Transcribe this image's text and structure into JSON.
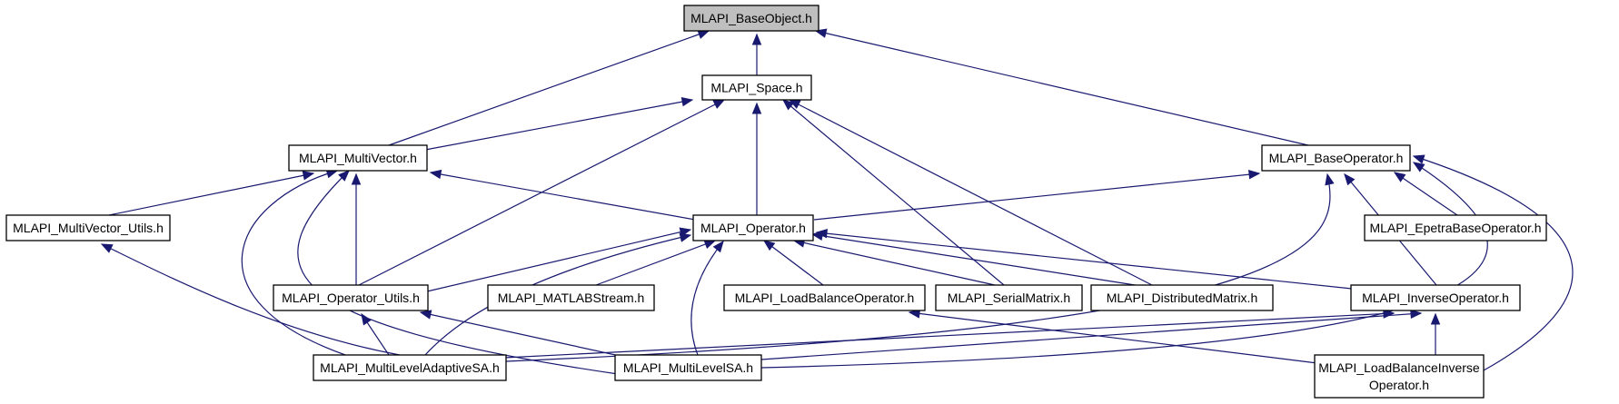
{
  "graph": {
    "nodes": [
      {
        "id": "baseobject",
        "label": "MLAPI_BaseObject.h",
        "root": true
      },
      {
        "id": "space",
        "label": "MLAPI_Space.h"
      },
      {
        "id": "multivector",
        "label": "MLAPI_MultiVector.h"
      },
      {
        "id": "baseoperator",
        "label": "MLAPI_BaseOperator.h"
      },
      {
        "id": "mvutils",
        "label": "MLAPI_MultiVector_Utils.h"
      },
      {
        "id": "operator",
        "label": "MLAPI_Operator.h"
      },
      {
        "id": "epetrabase",
        "label": "MLAPI_EpetraBaseOperator.h"
      },
      {
        "id": "oputils",
        "label": "MLAPI_Operator_Utils.h"
      },
      {
        "id": "matlab",
        "label": "MLAPI_MATLABStream.h"
      },
      {
        "id": "lbop",
        "label": "MLAPI_LoadBalanceOperator.h"
      },
      {
        "id": "serial",
        "label": "MLAPI_SerialMatrix.h"
      },
      {
        "id": "distributed",
        "label": "MLAPI_DistributedMatrix.h"
      },
      {
        "id": "inverse",
        "label": "MLAPI_InverseOperator.h"
      },
      {
        "id": "mladaptive",
        "label": "MLAPI_MultiLevelAdaptiveSA.h"
      },
      {
        "id": "mlsa",
        "label": "MLAPI_MultiLevelSA.h"
      },
      {
        "id": "lbinverse",
        "label": "MLAPI_LoadBalanceInverse",
        "label2": "Operator.h"
      }
    ],
    "edges": [
      {
        "from": "space",
        "to": "baseobject"
      },
      {
        "from": "multivector",
        "to": "baseobject"
      },
      {
        "from": "baseoperator",
        "to": "baseobject"
      },
      {
        "from": "multivector",
        "to": "space"
      },
      {
        "from": "oputils",
        "to": "space"
      },
      {
        "from": "operator",
        "to": "space"
      },
      {
        "from": "serial",
        "to": "space"
      },
      {
        "from": "distributed",
        "to": "space"
      },
      {
        "from": "mvutils",
        "to": "multivector"
      },
      {
        "from": "oputils",
        "to": "multivector"
      },
      {
        "from": "operator",
        "to": "multivector"
      },
      {
        "from": "mladaptive",
        "to": "multivector"
      },
      {
        "from": "mlsa",
        "to": "multivector"
      },
      {
        "from": "operator",
        "to": "baseoperator"
      },
      {
        "from": "epetrabase",
        "to": "baseoperator"
      },
      {
        "from": "inverse",
        "to": "baseoperator"
      },
      {
        "from": "mladaptive",
        "to": "baseoperator"
      },
      {
        "from": "mlsa",
        "to": "baseoperator"
      },
      {
        "from": "lbinverse",
        "to": "baseoperator"
      },
      {
        "from": "mladaptive",
        "to": "mvutils"
      },
      {
        "from": "oputils",
        "to": "operator"
      },
      {
        "from": "matlab",
        "to": "operator"
      },
      {
        "from": "lbop",
        "to": "operator"
      },
      {
        "from": "serial",
        "to": "operator"
      },
      {
        "from": "distributed",
        "to": "operator"
      },
      {
        "from": "inverse",
        "to": "operator"
      },
      {
        "from": "mladaptive",
        "to": "operator"
      },
      {
        "from": "mlsa",
        "to": "operator"
      },
      {
        "from": "mladaptive",
        "to": "oputils"
      },
      {
        "from": "mlsa",
        "to": "oputils"
      },
      {
        "from": "lbinverse",
        "to": "lbop"
      },
      {
        "from": "mladaptive",
        "to": "inverse"
      },
      {
        "from": "mlsa",
        "to": "inverse"
      },
      {
        "from": "lbinverse",
        "to": "inverse"
      }
    ]
  },
  "colors": {
    "edge": "#191970",
    "root_fill": "#bfbfbf",
    "node_fill": "#ffffff",
    "node_stroke": "#000000"
  }
}
